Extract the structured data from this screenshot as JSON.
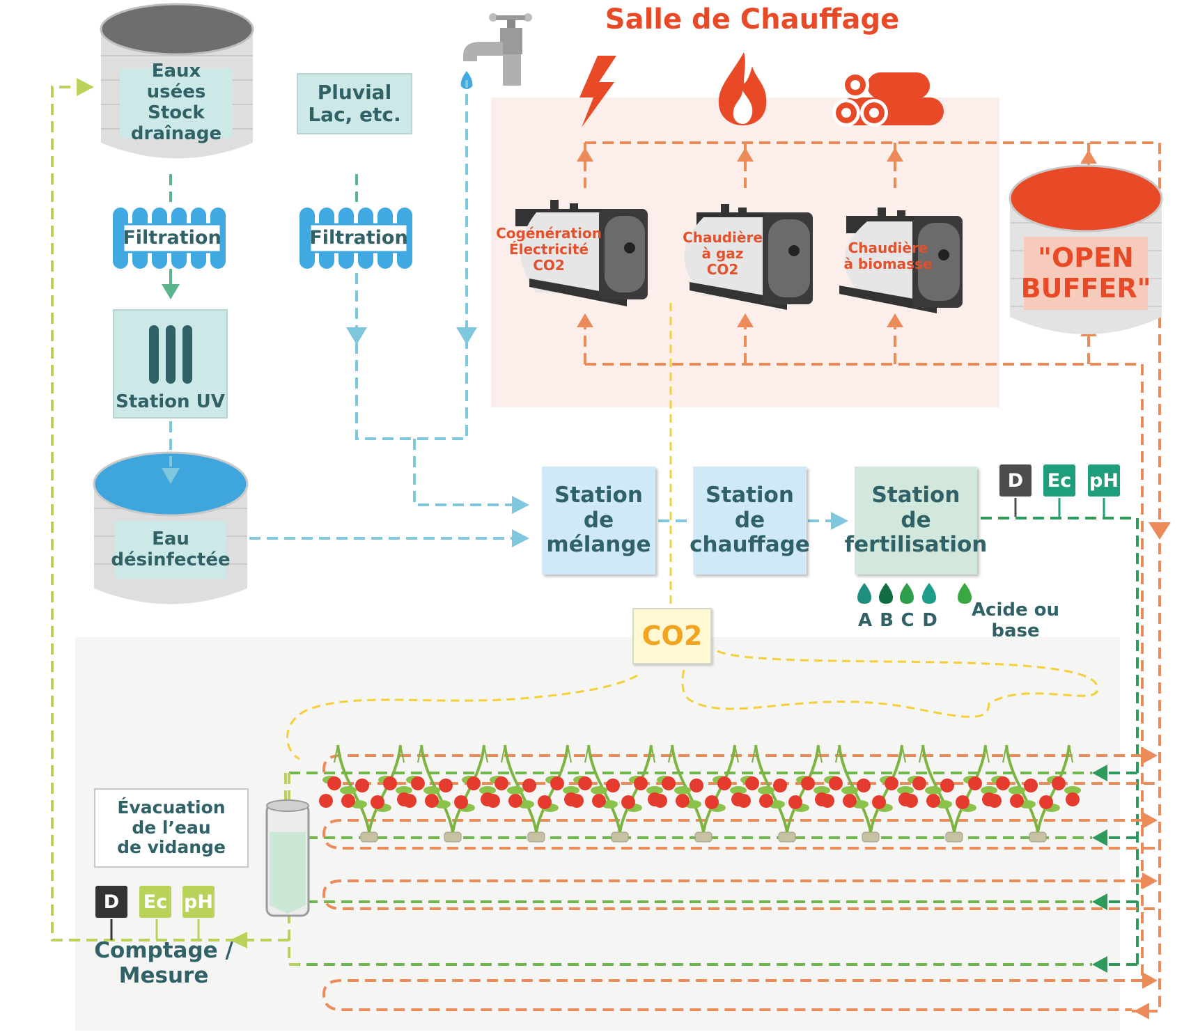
{
  "title": "Salle de Chauffage",
  "colors": {
    "red": "#e84a27",
    "orange": "#ec8b5a",
    "light_blue": "#7ec7dd",
    "blue": "#41a9e1",
    "teal_text": "#2f6167",
    "green": "#2c9a5a",
    "lime": "#b9d35a",
    "yellow": "#f4cf3a",
    "room_bg": "#fcefeb",
    "greenhouse_bg": "#f5f5f3"
  },
  "sources": {
    "wastewater_tank": "Eaux usées\nStock\ndraînage",
    "rain_source": "Pluvial\nLac, etc.",
    "tap_icon": "water-tap-icon"
  },
  "treatment": {
    "filter_1": "Filtration",
    "filter_2": "Filtration",
    "uv_station": "Station UV",
    "disinfected_tank": "Eau\ndésinfectée"
  },
  "energy_icons": [
    "lightning-icon",
    "flame-icon",
    "wood-logs-icon"
  ],
  "heating_room": {
    "cogeneration": "Cogénération\nÉlectricité\nCO2",
    "gas_boiler": "Chaudière\nà gaz\nCO2",
    "biomass_boiler": "Chaudière\nà biomasse",
    "buffer": "\"OPEN\nBUFFER\""
  },
  "stations": {
    "mixing": "Station\nde\nmélange",
    "heating": "Station\nde\nchauffage",
    "fertilisation": "Station\nde\nfertilisation"
  },
  "sensors_top": [
    "D",
    "Ec",
    "pH"
  ],
  "fertilizers": {
    "tanks": [
      "A",
      "B",
      "C",
      "D"
    ],
    "acid_base": "Acide ou base"
  },
  "co2_label": "CO2",
  "greenhouse": {
    "drain_label": "Évacuation\nde l’eau\nde vidange",
    "sensors": [
      "D",
      "Ec",
      "pH"
    ],
    "measure_label": "Comptage / Mesure"
  }
}
